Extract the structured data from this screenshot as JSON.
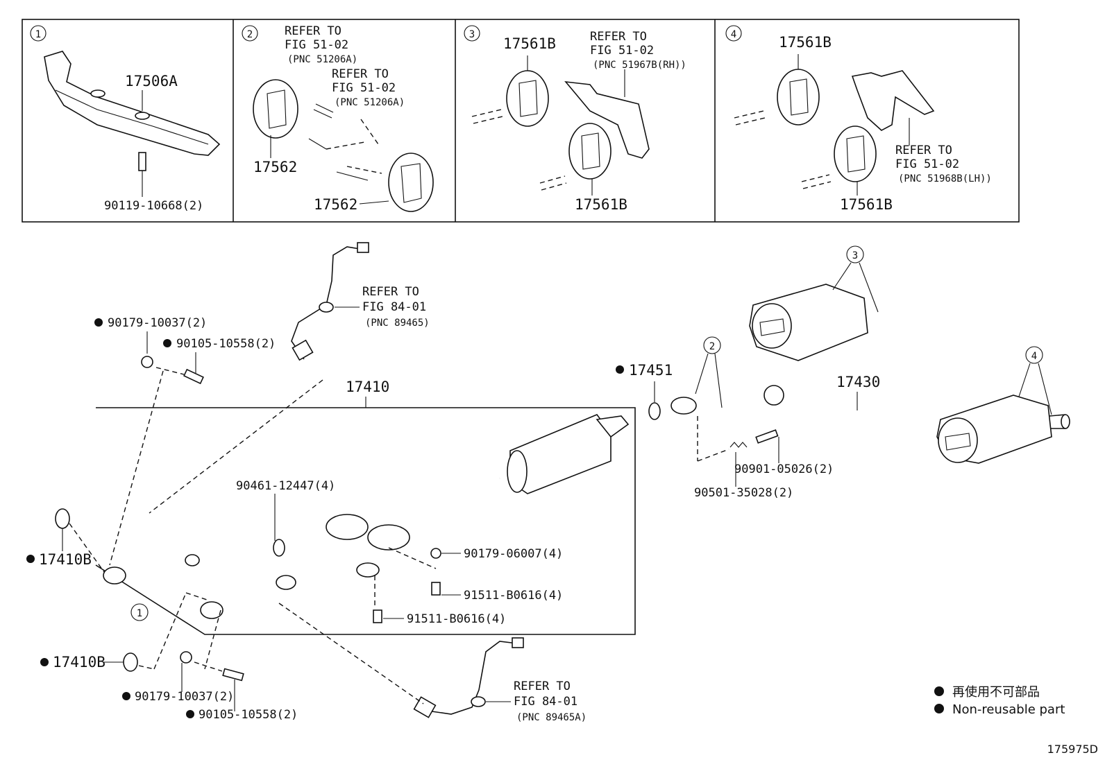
{
  "panels": [
    {
      "num": "1",
      "labels": [
        "17506A",
        "90119-10668(2)"
      ]
    },
    {
      "num": "2",
      "refer1": [
        "REFER TO",
        "FIG 51-02",
        "(PNC 51206A)"
      ],
      "refer2": [
        "REFER TO",
        "FIG 51-02",
        "(PNC 51206A)"
      ],
      "labels": [
        "17562",
        "17562"
      ]
    },
    {
      "num": "3",
      "labels": [
        "17561B",
        "17561B"
      ],
      "refer": [
        "REFER TO",
        "FIG 51-02",
        "(PNC 51967B(RH))"
      ]
    },
    {
      "num": "4",
      "labels": [
        "17561B",
        "17561B"
      ],
      "refer": [
        "REFER TO",
        "FIG 51-02",
        "(PNC 51968B(LH))"
      ]
    }
  ],
  "main": {
    "front_pipe": "17410",
    "gasket_front_top": "17410B",
    "gasket_front_bottom": "17410B",
    "nut_top": "90179-10037(2)",
    "bolt_top": "90105-10558(2)",
    "nut_bottom": "90179-10037(2)",
    "bolt_bottom": "90105-10558(2)",
    "clamp": "90461-12447(4)",
    "nut_cat": "90179-06007(4)",
    "bolt_cat_1": "91511-B0616(4)",
    "bolt_cat_2": "91511-B0616(4)",
    "o2_top_refer": [
      "REFER TO",
      "FIG 84-01",
      "(PNC 89465)"
    ],
    "o2_bottom_refer": [
      "REFER TO",
      "FIG 84-01",
      "(PNC 89465A)"
    ],
    "center_gasket": "17451",
    "tail_pipe": "17430",
    "spring": "90501-35028(2)",
    "spring_bolt": "90901-05026(2)",
    "callout_1": "1",
    "callout_2": "2",
    "callout_3": "3",
    "callout_4": "4"
  },
  "legend": {
    "line1": "再使用不可部品",
    "line2": "Non-reusable part"
  },
  "figure_id": "175975D"
}
